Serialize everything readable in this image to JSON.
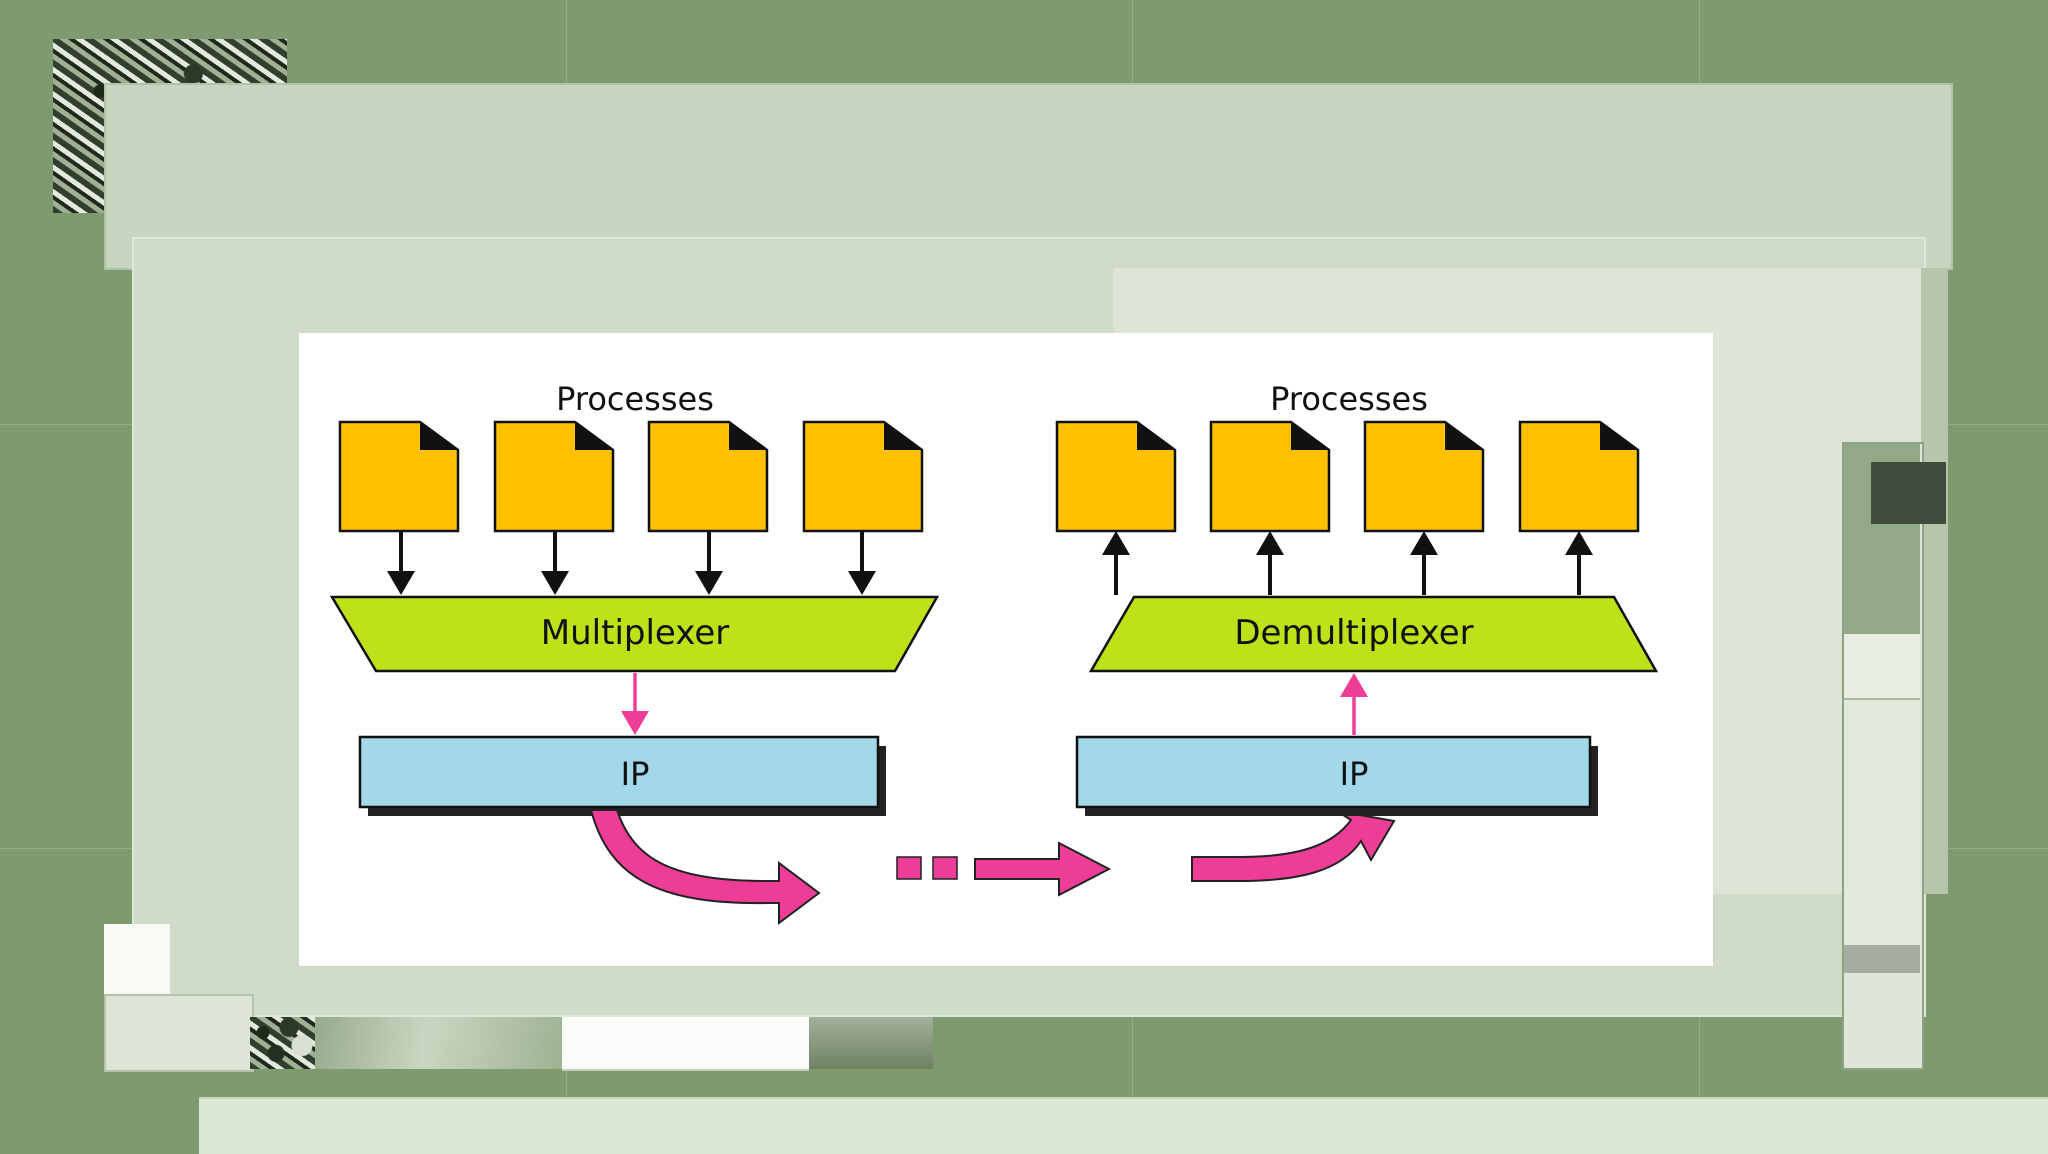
{
  "diagram": {
    "left": {
      "processes_label": "Processes",
      "unit_label": "Multiplexer",
      "layer_label": "IP",
      "process_count": 4
    },
    "right": {
      "processes_label": "Processes",
      "unit_label": "Demultiplexer",
      "layer_label": "IP",
      "process_count": 4
    }
  },
  "colors": {
    "background": "#7f9a6f",
    "process_box": "#ffc000",
    "mux_box": "#bde219",
    "ip_box": "#a2d8ea",
    "flow_arrow": "#ee3d96"
  }
}
